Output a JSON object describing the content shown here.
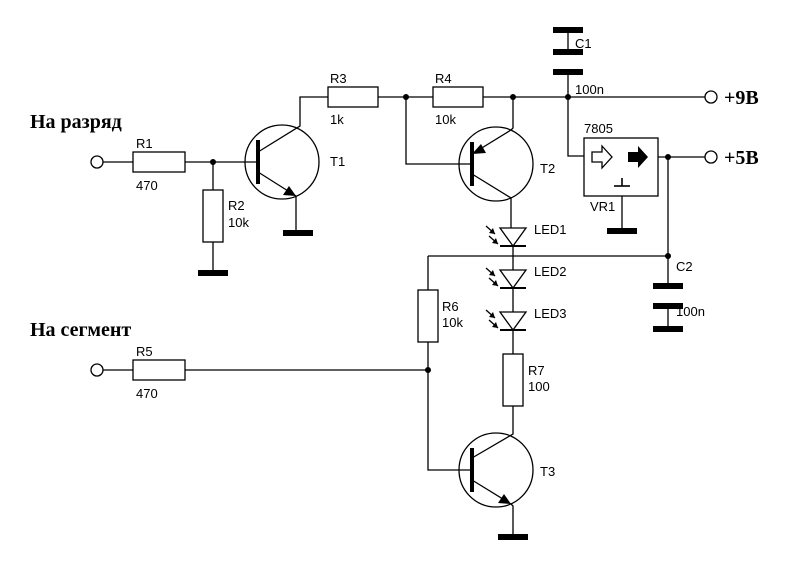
{
  "inputs": {
    "digit_label": "На разряд",
    "segment_label": "На сегмент"
  },
  "power": {
    "plus9": "+9В",
    "plus5": "+5В"
  },
  "components": {
    "r1": {
      "name": "R1",
      "value": "470"
    },
    "r2": {
      "name": "R2",
      "value": "10k"
    },
    "r3": {
      "name": "R3",
      "value": "1k"
    },
    "r4": {
      "name": "R4",
      "value": "10k"
    },
    "r5": {
      "name": "R5",
      "value": "470"
    },
    "r6": {
      "name": "R6",
      "value": "10k"
    },
    "r7": {
      "name": "R7",
      "value": "100"
    },
    "c1": {
      "name": "C1",
      "value": "100n"
    },
    "c2": {
      "name": "C2",
      "value": "100n"
    },
    "t1": {
      "name": "T1"
    },
    "t2": {
      "name": "T2"
    },
    "t3": {
      "name": "T3"
    },
    "led1": {
      "name": "LED1"
    },
    "led2": {
      "name": "LED2"
    },
    "led3": {
      "name": "LED3"
    },
    "vr1": {
      "name": "VR1",
      "part": "7805"
    }
  }
}
